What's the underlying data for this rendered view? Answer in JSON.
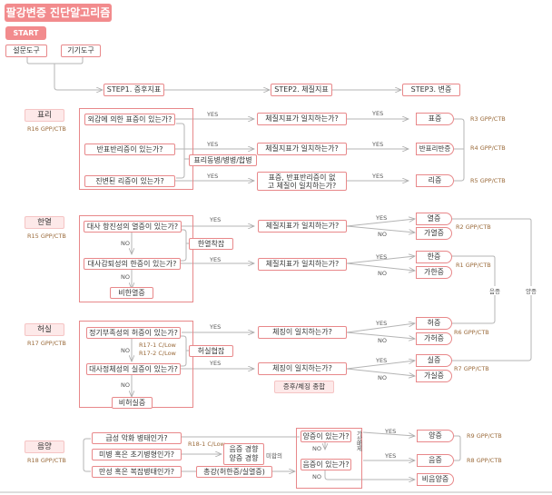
{
  "title": "팔강변증 진단알고리즘",
  "start": "START",
  "inputs": [
    "설문도구",
    "기기도구"
  ],
  "steps": [
    "STEP1. 증후지표",
    "STEP2. 체질지표",
    "STEP3. 변증"
  ],
  "yes": "YES",
  "no": "NO",
  "pyori": {
    "category": "표리",
    "ref": "R16 GPP/CTB",
    "questions": [
      "외감에 의한 표증이 있는가?",
      "반표반리증이 있는가?",
      "진변된 리증이 있는가?"
    ],
    "combined": "표리동병/병병/합병",
    "checks": [
      "체질지표가 일치하는가?",
      "체질지표가 일치하는가?",
      "표증, 반표반리증이 없고 체질이 일치하는가?"
    ],
    "results": [
      {
        "label": "표증",
        "ref": "R3 GPP/CTB"
      },
      {
        "label": "반표리반증",
        "ref": "R4 GPP/CTB"
      },
      {
        "label": "리증",
        "ref": "R5 GPP/CTB"
      }
    ]
  },
  "hanyeol": {
    "category": "한열",
    "ref": "R15 GPP/CTB",
    "questions": [
      "대사 항진성의 열증이 있는가?",
      "대사감퇴성의 한증이 있는가?"
    ],
    "none": "비한열증",
    "combined": "한열착잡",
    "checks": [
      "체질지표가 일치하는가?",
      "체질치표가 일치하는가?"
    ],
    "results": [
      {
        "yes": "열증",
        "no": "가열증",
        "ref": "R2 GPP/CTB"
      },
      {
        "yes": "한증",
        "no": "가한증",
        "ref": "R1 GPP/CTB"
      }
    ]
  },
  "heosil": {
    "category": "허실",
    "ref": "R17 GPP/CTB",
    "questions": [
      "정기부족성의 허증이 있는가?",
      "대사정체성의 실증이 있는가?"
    ],
    "sub_refs": [
      "R17-1 C/Low",
      "R17-2 C/Low"
    ],
    "none": "비허실증",
    "combined": "허실협잡",
    "checks": [
      "체징이 일치하는가?",
      "체징이 일치하는가?"
    ],
    "synthesis": "증후/체징 종합",
    "results": [
      {
        "yes": "허증",
        "no": "가허증",
        "ref": "R6 GPP/CTB"
      },
      {
        "yes": "실증",
        "no": "가실증",
        "ref": "R7 GPP/CTB"
      }
    ]
  },
  "side_labels": [
    "음증",
    "양증"
  ],
  "eumyang": {
    "category": "음양",
    "ref": "R18 GPP/CTB",
    "questions": [
      "급성 악화 병태인가?",
      "미병 혹은 초기병형인가?",
      "만성 혹은 복잡병태인가?"
    ],
    "sub_ref": "R18-1 C/Low",
    "tendency": [
      "음증 경향",
      "양증 경향"
    ],
    "tendency_note": "미합의",
    "total": "총강(허한증/실열증)",
    "checks": [
      "양증이 있는가?",
      "음증이 있는가?"
    ],
    "exclusion": "가상배제",
    "results": [
      {
        "label": "양증",
        "ref": "R9 GPP/CTB"
      },
      {
        "label": "음증",
        "ref": "R8 GPP/CTB"
      },
      {
        "label": "비음양증"
      }
    ]
  }
}
